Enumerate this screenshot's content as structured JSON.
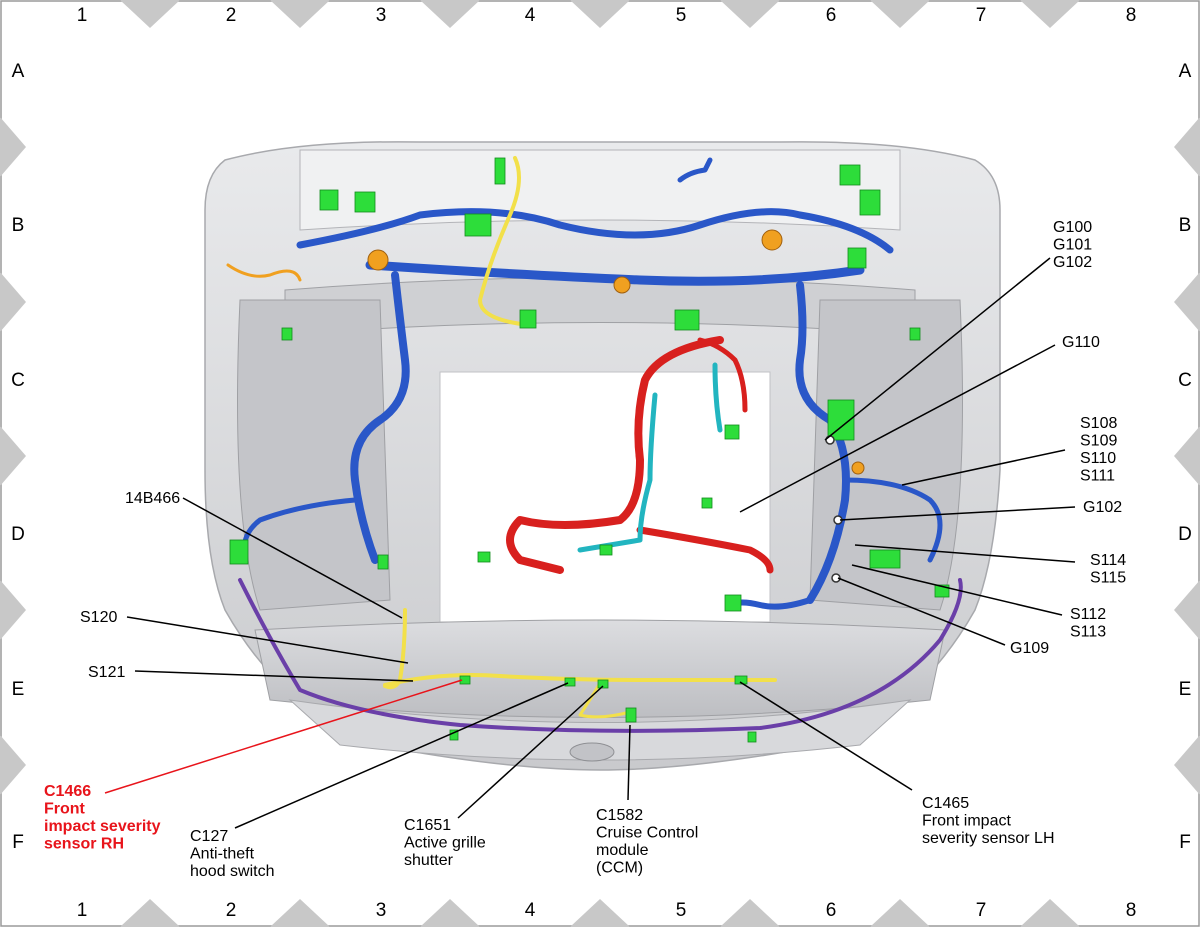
{
  "grid": {
    "columns": [
      "1",
      "2",
      "3",
      "4",
      "5",
      "6",
      "7",
      "8"
    ],
    "rows": [
      "A",
      "B",
      "C",
      "D",
      "E",
      "F"
    ]
  },
  "callouts": [
    {
      "id": "g100-g101-g102",
      "lines": [
        "G100",
        "G101",
        "G102"
      ],
      "highlight": false
    },
    {
      "id": "g110",
      "lines": [
        "G110"
      ],
      "highlight": false
    },
    {
      "id": "s108-s111",
      "lines": [
        "S108",
        "S109",
        "S110",
        "S111"
      ],
      "highlight": false
    },
    {
      "id": "g102",
      "lines": [
        "G102"
      ],
      "highlight": false
    },
    {
      "id": "s114-s115",
      "lines": [
        "S114",
        "S115"
      ],
      "highlight": false
    },
    {
      "id": "s112-s113",
      "lines": [
        "S112",
        "S113"
      ],
      "highlight": false
    },
    {
      "id": "g109",
      "lines": [
        "G109"
      ],
      "highlight": false
    },
    {
      "id": "14b466",
      "lines": [
        "14B466"
      ],
      "highlight": false
    },
    {
      "id": "s120",
      "lines": [
        "S120"
      ],
      "highlight": false
    },
    {
      "id": "s121",
      "lines": [
        "S121"
      ],
      "highlight": false
    },
    {
      "id": "c1466",
      "lines": [
        "C1466",
        "Front",
        "impact severity",
        "sensor RH"
      ],
      "highlight": true
    },
    {
      "id": "c127",
      "lines": [
        "C127",
        "Anti-theft",
        "hood switch"
      ],
      "highlight": false
    },
    {
      "id": "c1651",
      "lines": [
        "C1651",
        "Active grille",
        "shutter"
      ],
      "highlight": false
    },
    {
      "id": "c1582",
      "lines": [
        "C1582",
        "Cruise Control",
        "module",
        "(CCM)"
      ],
      "highlight": false
    },
    {
      "id": "c1465",
      "lines": [
        "C1465",
        "Front impact",
        "severity sensor LH"
      ],
      "highlight": false
    }
  ],
  "colors": {
    "leader": "#000000",
    "highlight": "#e8141b",
    "connector": "#2ddd3a",
    "wire_blue": "#2a57c8",
    "wire_red": "#d8201e",
    "wire_yellow": "#f2e04a",
    "wire_purple": "#6a3fa8",
    "wire_cyan": "#22b5c0",
    "wire_orange": "#f0a020",
    "chassis": "#d6d7da",
    "border_marker": "#c8c8c8"
  }
}
